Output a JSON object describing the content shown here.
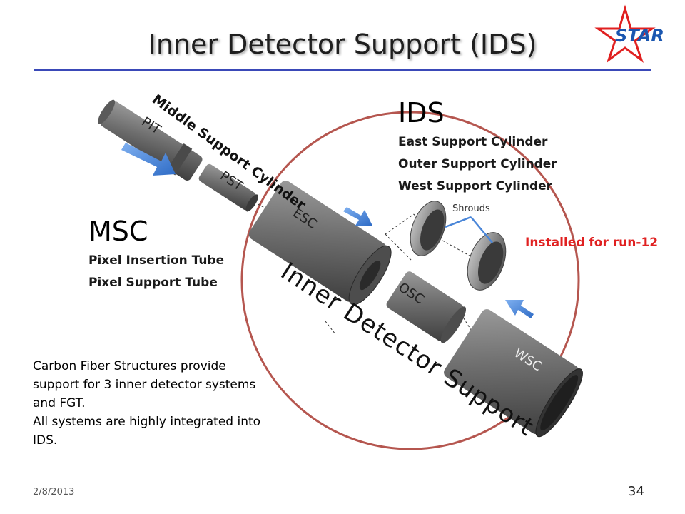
{
  "slide": {
    "title": "Inner Detector Support (IDS)",
    "logo_text": "STAR",
    "ids_heading": "IDS",
    "ids_items": [
      "East Support Cylinder",
      "Outer Support Cylinder",
      "West Support Cylinder"
    ],
    "msc_heading": "MSC",
    "msc_items": [
      "Pixel Insertion Tube",
      "Pixel Support Tube"
    ],
    "middle_support_label": "Middle Support Cylinder",
    "ids_arc_label": "Inner Detector Support",
    "part_labels": {
      "pit": "PIT",
      "pst": "PST",
      "esc": "ESC",
      "osc": "OSC",
      "wsc": "WSC"
    },
    "shrouds_label": "Shrouds",
    "installed_note": "Installed for run-12",
    "notes": [
      "Carbon Fiber Structures provide",
      "support for 3 inner detector systems",
      "and FGT.",
      "All systems are highly integrated into",
      "IDS."
    ],
    "date": "2/8/2013",
    "page_number": "34"
  },
  "colors": {
    "title_rule": "#3a49b8",
    "circle": "#b5564f",
    "arrow": "#4a86d8",
    "note_red": "#e02020",
    "logo_red": "#e02020",
    "logo_blue": "#1a56b0"
  }
}
